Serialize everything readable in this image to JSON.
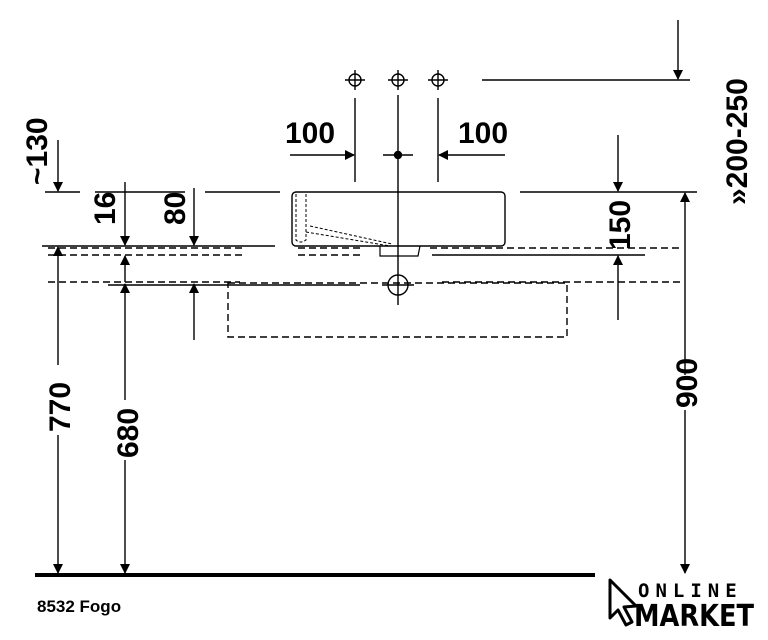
{
  "drawing": {
    "model_label": "8532 Fogo",
    "dimensions": {
      "tap_spacing_left": "100",
      "tap_spacing_right": "100",
      "tap_height": "»200-250",
      "approx_top": "~130",
      "dim_16": "16",
      "dim_80": "80",
      "dim_150": "150",
      "dim_770": "770",
      "dim_680": "680",
      "dim_900": "900"
    }
  },
  "logo": {
    "line1": "ONLINE",
    "line2": "MARKET"
  }
}
